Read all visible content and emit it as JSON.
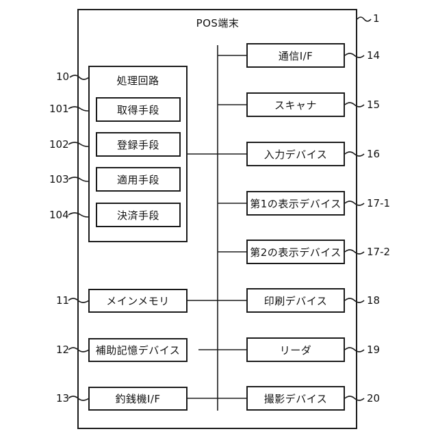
{
  "terminal": {
    "title": "POS端末",
    "ref": "1"
  },
  "processing_circuit": {
    "title": "処理回路",
    "ref": "10",
    "units": [
      {
        "label": "取得手段",
        "ref": "101"
      },
      {
        "label": "登録手段",
        "ref": "102"
      },
      {
        "label": "適用手段",
        "ref": "103"
      },
      {
        "label": "決済手段",
        "ref": "104"
      }
    ]
  },
  "left_components": [
    {
      "label": "メインメモリ",
      "ref": "11"
    },
    {
      "label": "補助記憶デバイス",
      "ref": "12"
    },
    {
      "label": "釣銭機I/F",
      "ref": "13"
    }
  ],
  "right_components": [
    {
      "label": "通信I/F",
      "ref": "14"
    },
    {
      "label": "スキャナ",
      "ref": "15"
    },
    {
      "label": "入力デバイス",
      "ref": "16"
    },
    {
      "label": "第1の表示デバイス",
      "ref": "17-1"
    },
    {
      "label": "第2の表示デバイス",
      "ref": "17-2"
    },
    {
      "label": "印刷デバイス",
      "ref": "18"
    },
    {
      "label": "リーダ",
      "ref": "19"
    },
    {
      "label": "撮影デバイス",
      "ref": "20"
    }
  ]
}
